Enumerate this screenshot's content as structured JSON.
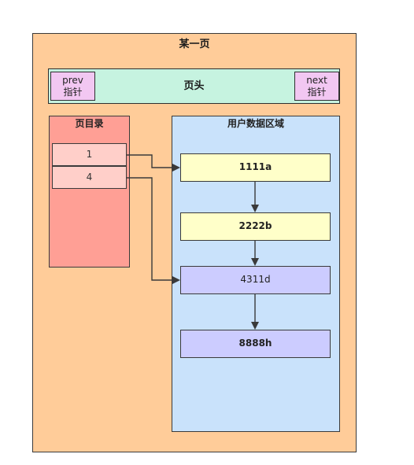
{
  "page": {
    "title": "某一页"
  },
  "header": {
    "label": "页头",
    "prev_pointer": {
      "line1": "prev",
      "line2": "指针"
    },
    "next_pointer": {
      "line1": "next",
      "line2": "指针"
    }
  },
  "directory": {
    "title": "页目录",
    "entries": [
      "1",
      "4"
    ]
  },
  "user_area": {
    "title": "用户数据区域",
    "records": [
      "1111a",
      "2222b",
      "4311d",
      "8888h"
    ]
  },
  "colors": {
    "page_bg": "#ffcc99",
    "header_bg": "#c6f3e0",
    "pointer_bg": "#f2c7f2",
    "directory_bg": "#ff9f95",
    "directory_entry_bg": "#ffcfc9",
    "user_area_bg": "#c9e2fb",
    "record_yellow": "#ffffc9",
    "record_purple": "#ccccff",
    "stroke": "#3a3a3a"
  }
}
